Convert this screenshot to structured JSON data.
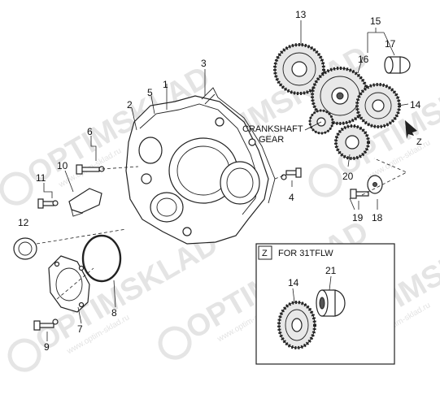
{
  "watermark": {
    "brand": "OPTIMSKLAD",
    "site": "www.optim-sklad.ru"
  },
  "labels": {
    "crankshaft_gear_line1": "CRANKSHAFT",
    "crankshaft_gear_line2": "GEAR",
    "view_marker": "Z",
    "inset_marker": "Z",
    "inset_title": "FOR 31TFLW"
  },
  "callouts": {
    "c1": "1",
    "c2": "2",
    "c3": "3",
    "c4": "4",
    "c5": "5",
    "c6": "6",
    "c7": "7",
    "c8": "8",
    "c9": "9",
    "c10": "10",
    "c11": "11",
    "c12": "12",
    "c13": "13",
    "c14": "14",
    "c15": "15",
    "c16": "16",
    "c17": "17",
    "c18": "18",
    "c19": "19",
    "c20": "20",
    "inset14": "14",
    "inset21": "21"
  }
}
